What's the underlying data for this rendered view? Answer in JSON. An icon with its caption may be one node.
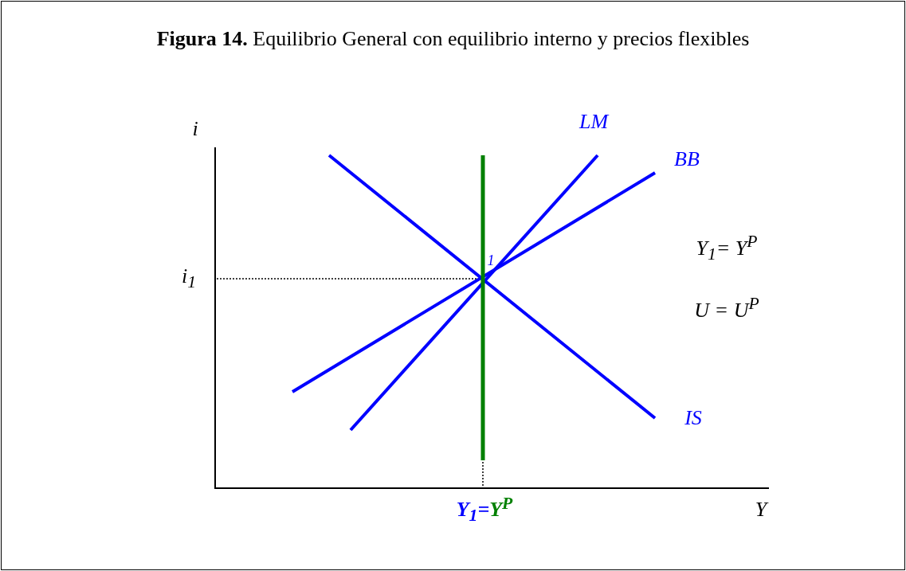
{
  "diagram": {
    "title": "**Figura 14.** Equilibrio General con equilibrio interno y precios flexibles",
    "labels": [
      "i",
      "LM",
      "BB",
      "1",
      "i$_{1}$",
      "Y$_{1}$= Y$^{P}$",
      "U = U$^{P}$",
      "IS",
      "Y$_{1}$=**Y$^{P}$**",
      "Y"
    ]
  }
}
